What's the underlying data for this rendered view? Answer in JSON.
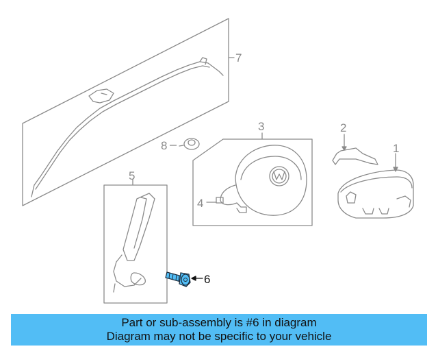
{
  "callouts": {
    "c1": "1",
    "c2": "2",
    "c3": "3",
    "c4": "4",
    "c5": "5",
    "c6": "6",
    "c7": "7",
    "c8": "8"
  },
  "highlighted_part": "6",
  "banner": {
    "line1": "Part or sub-assembly is #6 in diagram",
    "line2": "Diagram may not be specific to your vehicle"
  },
  "colors": {
    "banner_bg": "#52bdf5",
    "highlight_part": "#52bdf5",
    "line_art": "#8a8a8a"
  }
}
